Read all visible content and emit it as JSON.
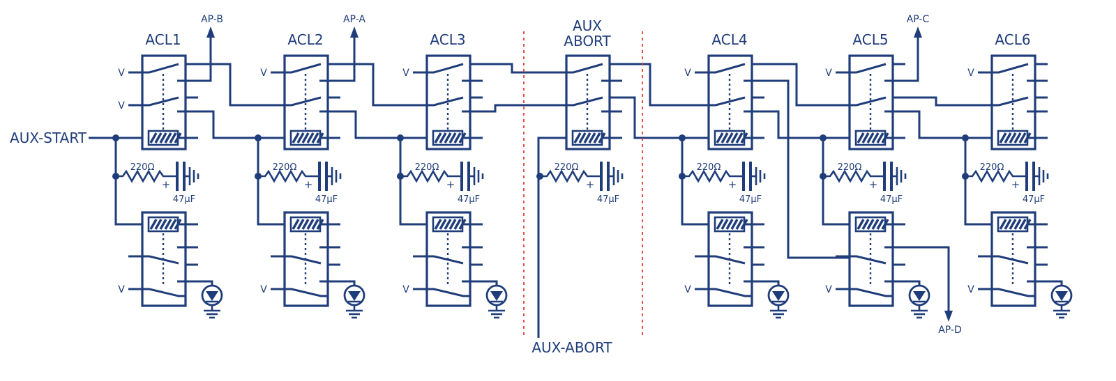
{
  "relays": [
    {
      "id": "ACL1",
      "title": [
        "ACL1"
      ],
      "switch_labels": [
        "V",
        "V"
      ],
      "lamp_label": "V",
      "resistor": "220Ω",
      "capacitor": "47μF"
    },
    {
      "id": "ACL2",
      "title": [
        "ACL2"
      ],
      "switch_labels": [
        "V",
        ""
      ],
      "lamp_label": "V",
      "resistor": "220Ω",
      "capacitor": "47μF"
    },
    {
      "id": "ACL3",
      "title": [
        "ACL3"
      ],
      "switch_labels": [
        "V",
        ""
      ],
      "lamp_label": "V",
      "resistor": "220Ω",
      "capacitor": "47μF"
    },
    {
      "id": "AUXABORT",
      "title": [
        "AUX",
        "ABORT"
      ],
      "switch_labels": [
        "",
        ""
      ],
      "lamp_label": "",
      "resistor": "220Ω",
      "capacitor": "47μF"
    },
    {
      "id": "ACL4",
      "title": [
        "ACL4"
      ],
      "switch_labels": [
        "V",
        ""
      ],
      "lamp_label": "V",
      "resistor": "220Ω",
      "capacitor": "47μF"
    },
    {
      "id": "ACL5",
      "title": [
        "ACL5"
      ],
      "switch_labels": [
        "V",
        ""
      ],
      "lamp_label": "V",
      "resistor": "220Ω",
      "capacitor": "47μF"
    },
    {
      "id": "ACL6",
      "title": [
        "ACL6"
      ],
      "switch_labels": [
        "V",
        ""
      ],
      "lamp_label": "V",
      "resistor": "220Ω",
      "capacitor": "47μF"
    }
  ],
  "signals": {
    "aux_start": "AUX-START",
    "aux_abort": "AUX-ABORT",
    "ap_a": "AP-A",
    "ap_b": "AP-B",
    "ap_c": "AP-C",
    "ap_d": "AP-D"
  },
  "colors": {
    "wire": "#1f3d7a",
    "boundary": "#e53935"
  }
}
